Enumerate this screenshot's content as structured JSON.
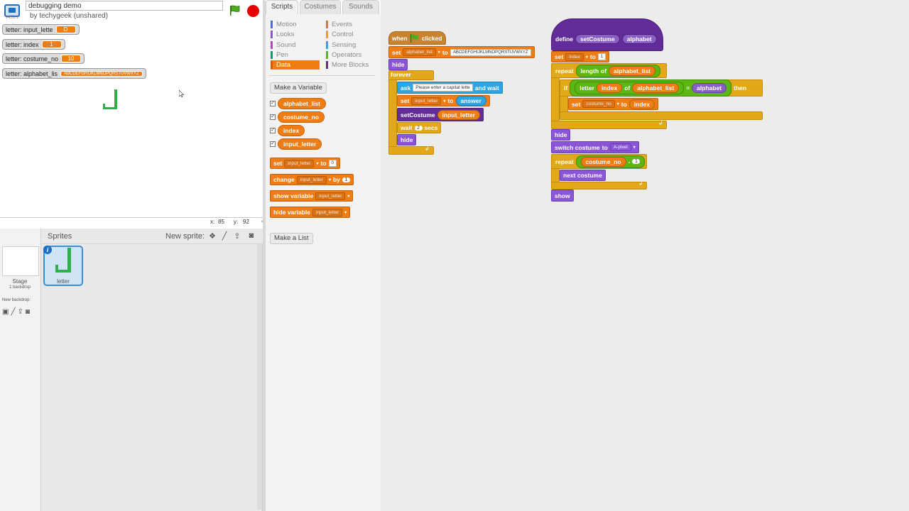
{
  "project": {
    "title": "debugging demo",
    "author_line": "by techygeek (unshared)",
    "version": "v453.1"
  },
  "stage": {
    "monitors": [
      {
        "label": "letter: input_lette",
        "value": "D"
      },
      {
        "label": "letter: index",
        "value": "1"
      },
      {
        "label": "letter: costume_no",
        "value": "10"
      },
      {
        "label": "letter: alphabet_lis",
        "value": "ABCDEFGHIJKLMNOPQRSTUVWXYZ"
      }
    ],
    "x_label": "x:",
    "x_value": "85",
    "y_label": "y:",
    "y_value": "92"
  },
  "sprites_pane": {
    "header": "Sprites",
    "new_sprite_label": "New sprite:",
    "stage_name": "Stage",
    "backdrop_count": "1 backdrop",
    "new_backdrop_label": "New backdrop:",
    "sprite_name": "letter"
  },
  "tabs": [
    "Scripts",
    "Costumes",
    "Sounds"
  ],
  "categories": {
    "left": [
      {
        "label": "Motion",
        "color": "#4a6cd4"
      },
      {
        "label": "Looks",
        "color": "#8a55d7"
      },
      {
        "label": "Sound",
        "color": "#bb42c3"
      },
      {
        "label": "Pen",
        "color": "#0e9a6c"
      },
      {
        "label": "Data",
        "color": "#ee7d16"
      }
    ],
    "right": [
      {
        "label": "Events",
        "color": "#c88330"
      },
      {
        "label": "Control",
        "color": "#e1a91a"
      },
      {
        "label": "Sensing",
        "color": "#2ca5e2"
      },
      {
        "label": "Operators",
        "color": "#5cb712"
      },
      {
        "label": "More Blocks",
        "color": "#632d99"
      }
    ]
  },
  "palette": {
    "make_variable": "Make a Variable",
    "make_list": "Make a List",
    "variables": [
      "alphabet_list",
      "costume_no",
      "index",
      "input_letter"
    ],
    "set_block": {
      "kw": "set",
      "var": "input_letter",
      "to": "to",
      "val": "0"
    },
    "change_block": {
      "kw": "change",
      "var": "input_letter",
      "by": "by",
      "val": "1"
    },
    "show_block": {
      "kw": "show variable",
      "var": "input_letter"
    },
    "hide_block": {
      "kw": "hide variable",
      "var": "input_letter"
    }
  },
  "script1": {
    "when": "when",
    "clicked": "clicked",
    "set_kw": "set",
    "set_var": "alphabet_list",
    "to": "to",
    "alphabet": "ABCDEFGHIJKLMNOPQRSTUVWXYZ",
    "hide": "hide",
    "forever": "forever",
    "ask": "ask",
    "ask_text": "Please enter a capital lette",
    "and_wait": "and wait",
    "set2_var": "input_letter",
    "answer": "answer",
    "setcostume": "setCostume",
    "input_letter": "input_letter",
    "wait": "wait",
    "wait_val": "2",
    "secs": "secs",
    "hide2": "hide"
  },
  "script2": {
    "define": "define",
    "name": "setCostume",
    "param": "alphabet",
    "set_kw": "set",
    "index_var": "index",
    "to": "to",
    "index_val": "1",
    "repeat": "repeat",
    "length": "length",
    "of": "of",
    "alphabet_list": "alphabet_list",
    "if": "if",
    "letter": "letter",
    "index": "index",
    "equals": "=",
    "alphabet": "alphabet",
    "then": "then",
    "costume_no": "costume_no",
    "hide": "hide",
    "switch_costume": "switch costume",
    "costume_to": "to",
    "costume_name": "A-pixel",
    "minus": "-",
    "one": "1",
    "next_costume": "next costume",
    "show": "show"
  }
}
